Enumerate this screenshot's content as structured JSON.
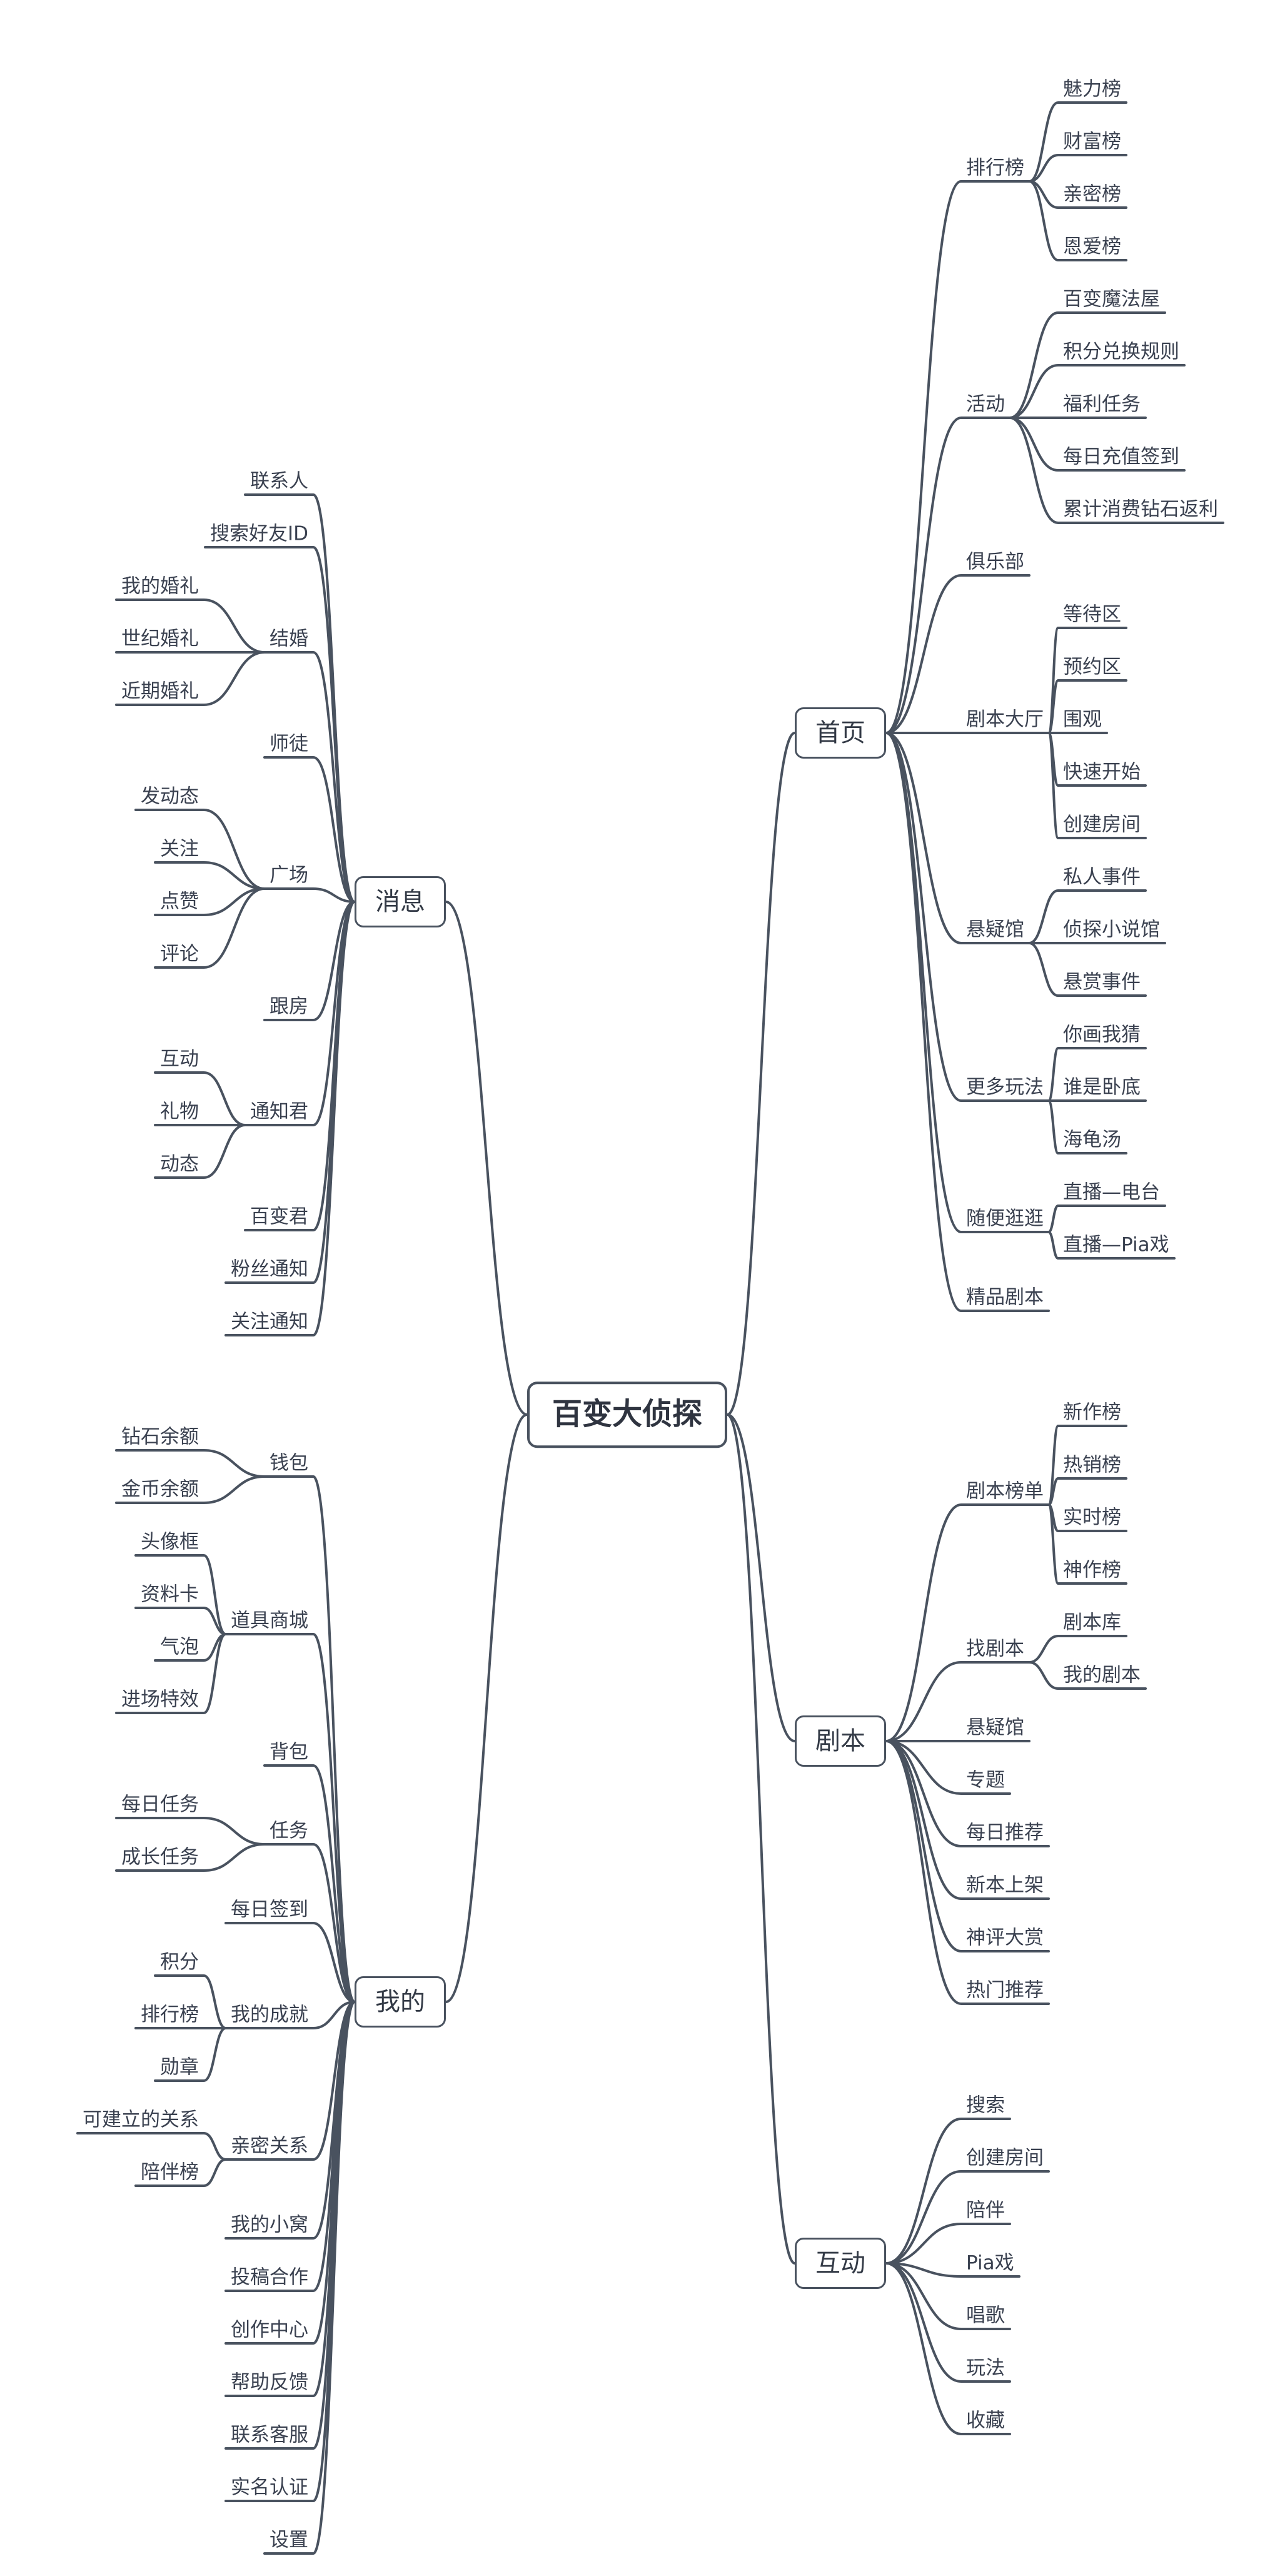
{
  "diagram": {
    "type": "mindmap",
    "colors": {
      "line": "#49525f",
      "text": "#3a4150",
      "node_border": "#49525f",
      "node_fill": "#ffffff",
      "background": "#ffffff"
    },
    "root": {
      "label": "百变大侦探",
      "right": [
        {
          "label": "首页",
          "children": [
            {
              "label": "排行榜",
              "children": [
                {
                  "label": "魅力榜"
                },
                {
                  "label": "财富榜"
                },
                {
                  "label": "亲密榜"
                },
                {
                  "label": "恩爱榜"
                }
              ]
            },
            {
              "label": "活动",
              "children": [
                {
                  "label": "百变魔法屋"
                },
                {
                  "label": "积分兑换规则"
                },
                {
                  "label": "福利任务"
                },
                {
                  "label": "每日充值签到"
                },
                {
                  "label": "累计消费钻石返利"
                }
              ]
            },
            {
              "label": "俱乐部"
            },
            {
              "label": "剧本大厅",
              "children": [
                {
                  "label": "等待区"
                },
                {
                  "label": "预约区"
                },
                {
                  "label": "围观"
                },
                {
                  "label": "快速开始"
                },
                {
                  "label": "创建房间"
                }
              ]
            },
            {
              "label": "悬疑馆",
              "children": [
                {
                  "label": "私人事件"
                },
                {
                  "label": "侦探小说馆"
                },
                {
                  "label": "悬赏事件"
                }
              ]
            },
            {
              "label": "更多玩法",
              "children": [
                {
                  "label": "你画我猜"
                },
                {
                  "label": "谁是卧底"
                },
                {
                  "label": "海龟汤"
                }
              ]
            },
            {
              "label": "随便逛逛",
              "children": [
                {
                  "label": "直播—电台"
                },
                {
                  "label": "直播—Pia戏"
                }
              ]
            },
            {
              "label": "精品剧本"
            }
          ]
        },
        {
          "label": "剧本",
          "children": [
            {
              "label": "剧本榜单",
              "children": [
                {
                  "label": "新作榜"
                },
                {
                  "label": "热销榜"
                },
                {
                  "label": "实时榜"
                },
                {
                  "label": "神作榜"
                }
              ]
            },
            {
              "label": "找剧本",
              "children": [
                {
                  "label": "剧本库"
                },
                {
                  "label": "我的剧本"
                }
              ]
            },
            {
              "label": "悬疑馆"
            },
            {
              "label": "专题"
            },
            {
              "label": "每日推荐"
            },
            {
              "label": "新本上架"
            },
            {
              "label": "神评大赏"
            },
            {
              "label": "热门推荐"
            }
          ]
        },
        {
          "label": "互动",
          "children": [
            {
              "label": "搜索"
            },
            {
              "label": "创建房间"
            },
            {
              "label": "陪伴"
            },
            {
              "label": "Pia戏"
            },
            {
              "label": "唱歌"
            },
            {
              "label": "玩法"
            },
            {
              "label": "收藏"
            }
          ]
        }
      ],
      "left": [
        {
          "label": "消息",
          "children": [
            {
              "label": "联系人"
            },
            {
              "label": "搜索好友ID"
            },
            {
              "label": "结婚",
              "children": [
                {
                  "label": "我的婚礼"
                },
                {
                  "label": "世纪婚礼"
                },
                {
                  "label": "近期婚礼"
                }
              ]
            },
            {
              "label": "师徒"
            },
            {
              "label": "广场",
              "children": [
                {
                  "label": "发动态"
                },
                {
                  "label": "关注"
                },
                {
                  "label": "点赞"
                },
                {
                  "label": "评论"
                }
              ]
            },
            {
              "label": "跟房"
            },
            {
              "label": "通知君",
              "children": [
                {
                  "label": "互动"
                },
                {
                  "label": "礼物"
                },
                {
                  "label": "动态"
                }
              ]
            },
            {
              "label": "百变君"
            },
            {
              "label": "粉丝通知"
            },
            {
              "label": "关注通知"
            }
          ]
        },
        {
          "label": "我的",
          "children": [
            {
              "label": "钱包",
              "children": [
                {
                  "label": "钻石余额"
                },
                {
                  "label": "金币余额"
                }
              ]
            },
            {
              "label": "道具商城",
              "children": [
                {
                  "label": "头像框"
                },
                {
                  "label": "资料卡"
                },
                {
                  "label": "气泡"
                },
                {
                  "label": "进场特效"
                }
              ]
            },
            {
              "label": "背包"
            },
            {
              "label": "任务",
              "children": [
                {
                  "label": "每日任务"
                },
                {
                  "label": "成长任务"
                }
              ]
            },
            {
              "label": "每日签到"
            },
            {
              "label": "我的成就",
              "children": [
                {
                  "label": "积分"
                },
                {
                  "label": "排行榜"
                },
                {
                  "label": "勋章"
                }
              ]
            },
            {
              "label": "亲密关系",
              "children": [
                {
                  "label": "可建立的关系"
                },
                {
                  "label": "陪伴榜"
                }
              ]
            },
            {
              "label": "我的小窝"
            },
            {
              "label": "投稿合作"
            },
            {
              "label": "创作中心"
            },
            {
              "label": "帮助反馈"
            },
            {
              "label": "联系客服"
            },
            {
              "label": "实名认证"
            },
            {
              "label": "设置"
            }
          ]
        }
      ]
    }
  }
}
